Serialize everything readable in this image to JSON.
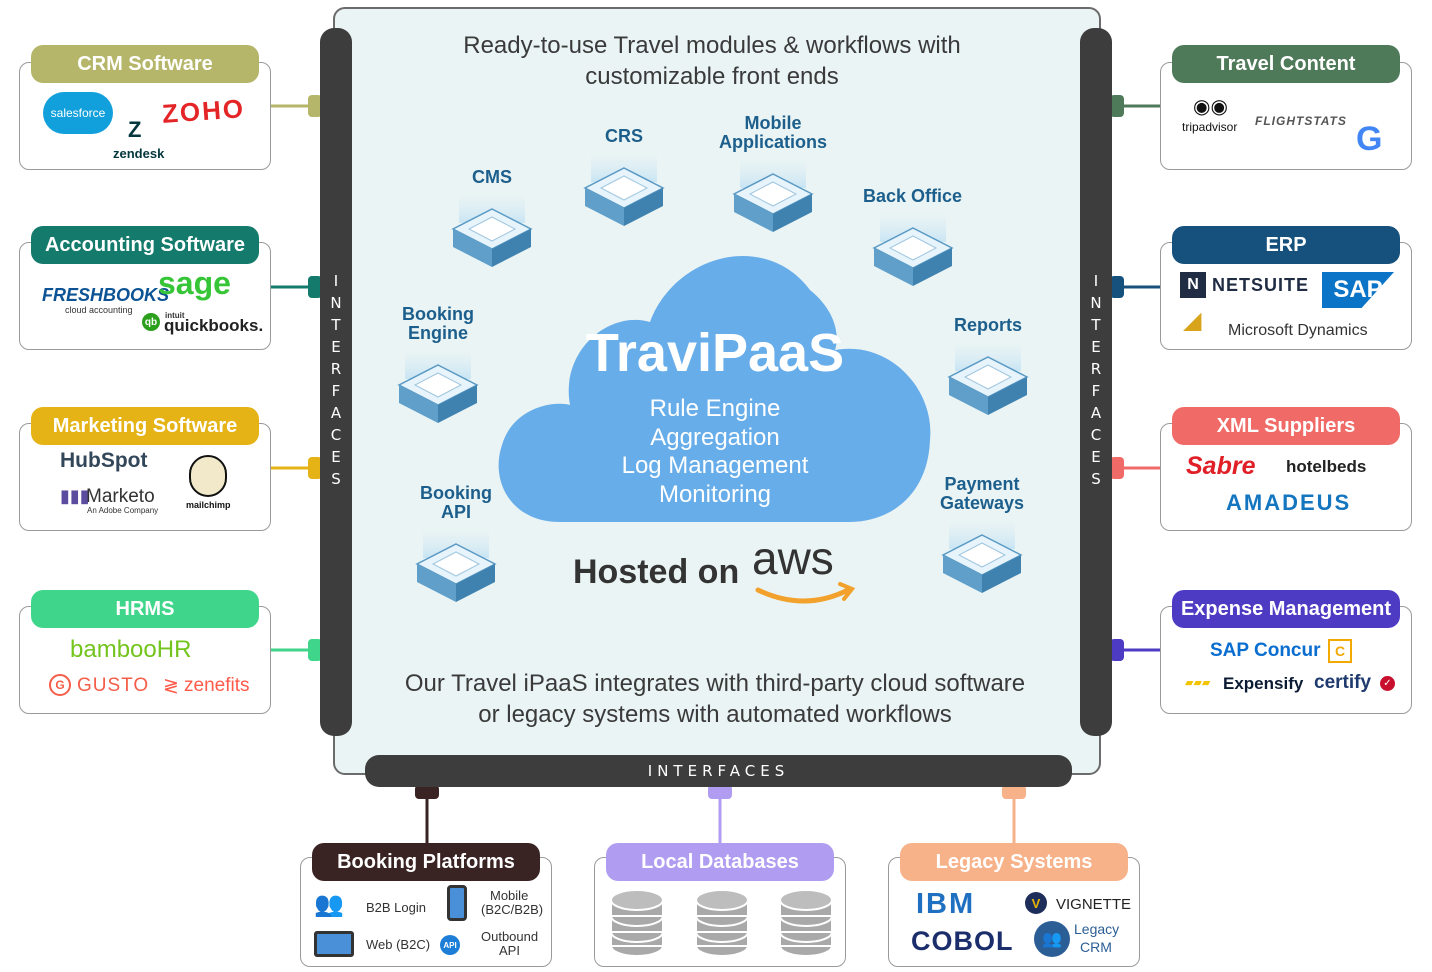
{
  "center": {
    "top_text": [
      "Ready-to-use Travel modules & workflows with",
      "customizable front ends"
    ],
    "bottom_text": [
      "Our Travel iPaaS integrates with third-party cloud software",
      "or legacy systems with automated workflows"
    ],
    "cloud_title": "TraviPaaS",
    "cloud_lines": [
      "Rule Engine",
      "Aggregation",
      "Log Management",
      "Monitoring"
    ],
    "hosted_on": "Hosted on",
    "aws_text": "aws",
    "interfaces_vertical": "INTERFACES",
    "interfaces_horizontal": "INTERFACES"
  },
  "modules": {
    "cms": "CMS",
    "crs": "CRS",
    "mobile": "Mobile\nApplications",
    "back_office": "Back Office",
    "booking_engine": "Booking\nEngine",
    "reports": "Reports",
    "booking_api": "Booking\nAPI",
    "payment": "Payment\nGateways"
  },
  "left_cards": {
    "crm": {
      "title": "CRM Software",
      "color": "#b5b66a",
      "logos": [
        "salesforce",
        "ZOHO",
        "zendesk"
      ]
    },
    "accounting": {
      "title": "Accounting Software",
      "color": "#137a6c",
      "logos": [
        "FRESHBOOKS",
        "cloud accounting",
        "sage",
        "intuit",
        "quickbooks."
      ]
    },
    "marketing": {
      "title": "Marketing Software",
      "color": "#e5b316",
      "logos": [
        "HubSpot",
        "Marketo",
        "An Adobe Company",
        "mailchimp"
      ]
    },
    "hrms": {
      "title": "HRMS",
      "color": "#3fd68b",
      "logos": [
        "bambooHR",
        "GUSTO",
        "zenefits"
      ]
    }
  },
  "right_cards": {
    "travel": {
      "title": "Travel Content",
      "color": "#4f7a5a",
      "logos": [
        "tripadvisor",
        "FLIGHTSTATS",
        "G"
      ]
    },
    "erp": {
      "title": "ERP",
      "color": "#16517e",
      "logos": [
        "NETSUITE",
        "SAP",
        "Microsoft Dynamics"
      ]
    },
    "xml": {
      "title": "XML Suppliers",
      "color": "#f06b67",
      "logos": [
        "Sabre",
        "hotelbeds",
        "amadeus"
      ]
    },
    "expense": {
      "title": "Expense Management",
      "color": "#4d3bc4",
      "logos": [
        "SAP Concur",
        "Expensify",
        "certify"
      ]
    }
  },
  "bottom_cards": {
    "booking": {
      "title": "Booking Platforms",
      "color": "#3a2323",
      "items": [
        "B2B Login",
        "Mobile",
        "(B2C/B2B)",
        "Web (B2C)",
        "Outbound",
        "API"
      ]
    },
    "databases": {
      "title": "Local Databases",
      "color": "#b09cf0"
    },
    "legacy": {
      "title": "Legacy Systems",
      "color": "#f7b28a",
      "items": [
        "IBM",
        "VIGNETTE",
        "COBOL",
        "Legacy",
        "CRM"
      ]
    }
  }
}
